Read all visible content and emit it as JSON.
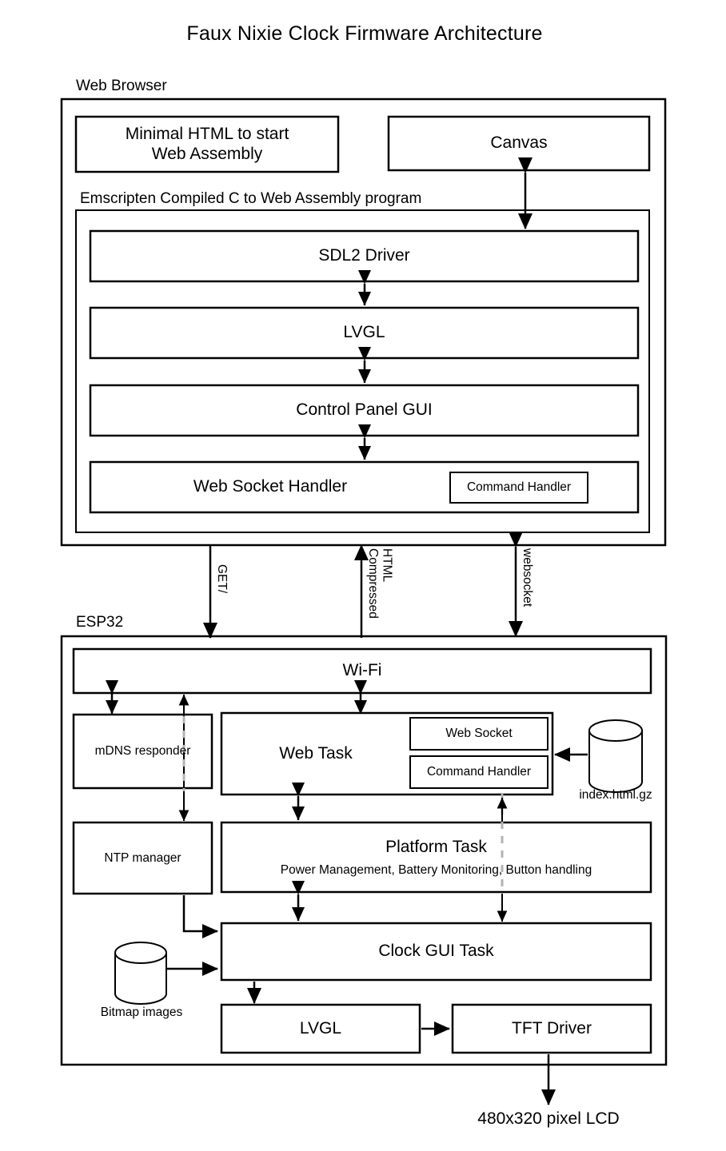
{
  "title": "Faux Nixie Clock Firmware Architecture",
  "browser": {
    "label": "Web Browser",
    "minimal_html": "Minimal HTML to start\nWeb Assembly",
    "minimal_html_line1": "Minimal HTML to start",
    "minimal_html_line2": "Web Assembly",
    "canvas": "Canvas",
    "wasm_label": "Emscripten Compiled C to Web Assembly program",
    "layers": [
      "SDL2 Driver",
      "LVGL",
      "Control Panel GUI",
      "Web Socket Handler"
    ],
    "command_handler": "Command Handler"
  },
  "links": {
    "get": "GET/",
    "compressed": "Compressed",
    "html": "HTML",
    "websocket": "websocket"
  },
  "esp32": {
    "label": "ESP32",
    "wifi": "Wi-Fi",
    "mdns": "mDNS responder",
    "ntp": "NTP manager",
    "web_task": "Web Task",
    "web_socket": "Web Socket",
    "command_handler": "Command Handler",
    "index_gz": "index.html.gz",
    "platform_task": "Platform Task",
    "platform_task_sub": "Power Management, Battery Monitoring, Button handling",
    "clock_gui_task": "Clock GUI Task",
    "bitmap_images": "Bitmap images",
    "lvgl": "LVGL",
    "tft_driver": "TFT Driver"
  },
  "output": {
    "lcd": "480x320 pixel LCD"
  },
  "colors": {
    "stroke": "#000000",
    "dashed": "#b3b3b3",
    "background": "#ffffff"
  }
}
